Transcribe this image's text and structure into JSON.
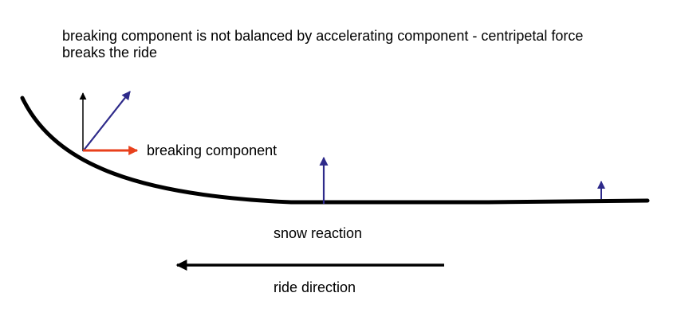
{
  "caption": {
    "line1": "breaking component is not balanced by accelerating component - centripetal force",
    "line2": "breaks the ride"
  },
  "labels": {
    "breaking_component": "breaking component",
    "snow_reaction": "snow reaction",
    "ride_direction": "ride direction"
  },
  "colors": {
    "ground": "#000000",
    "breaking_arrow": "#e8401c",
    "reaction_arrows": "#2e2a8a",
    "vertical_arrow": "#000000",
    "ride_arrow": "#000000"
  }
}
